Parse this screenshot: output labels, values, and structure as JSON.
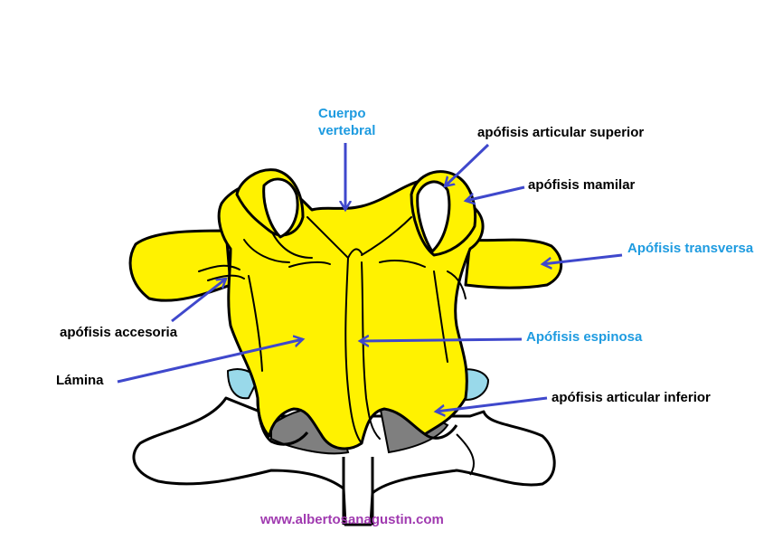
{
  "labels": {
    "cuerpo_vertebral_1": "Cuerpo",
    "cuerpo_vertebral_2": "vertebral",
    "apofisis_articular_superior": "apófisis articular superior",
    "apofisis_mamilar": "apófisis mamilar",
    "apofisis_transversa": "Apófisis transversa",
    "apofisis_accesoria": "apófisis accesoria",
    "apofisis_espinosa": "Apófisis espinosa",
    "lamina": "Lámina",
    "apofisis_articular_inferior": "apófisis articular inferior"
  },
  "website": "www.albertosanagustin.com",
  "colors": {
    "bone": "#fff200",
    "outline": "#000000",
    "arrow": "#3f48cc",
    "blue_label": "#1e9be0",
    "black_label": "#000000",
    "url": "#a03ab0",
    "shadow": "#7f7f7f",
    "facet": "#99d9ea"
  }
}
